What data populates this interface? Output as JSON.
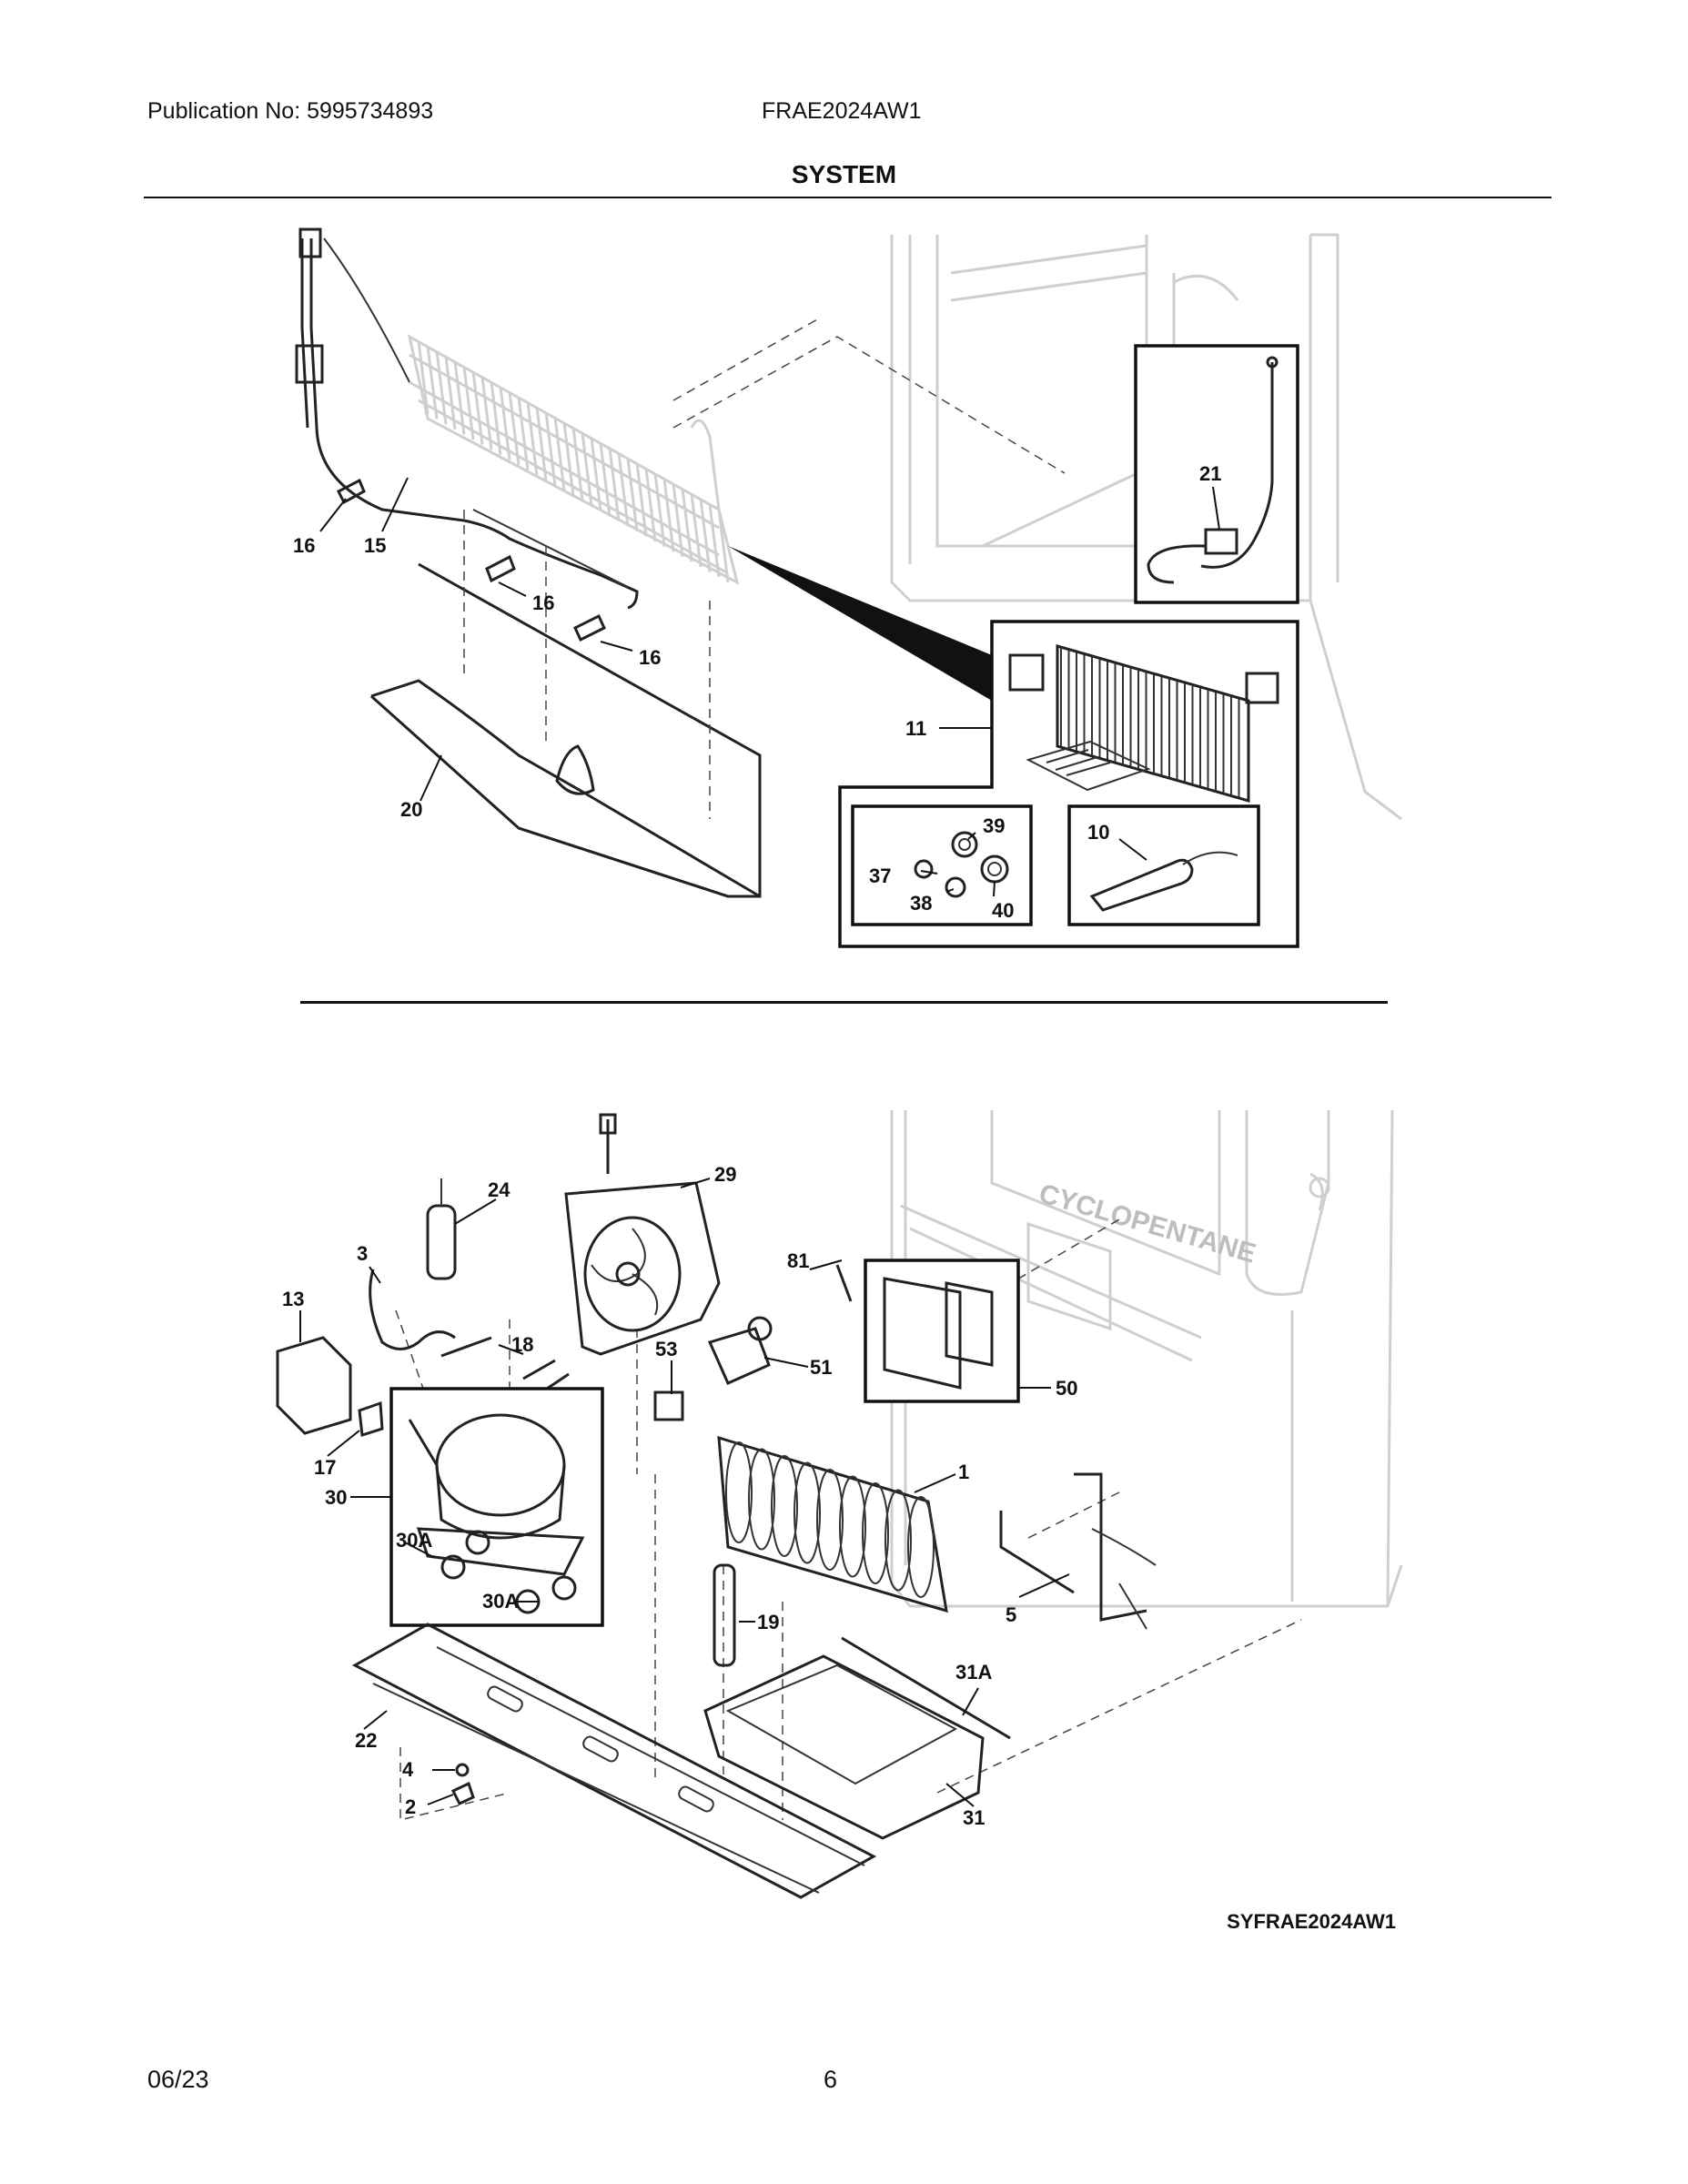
{
  "header": {
    "publication": "Publication No: 5995734893",
    "model": "FRAE2024AW1",
    "section_title": "SYSTEM"
  },
  "footer": {
    "date": "06/23",
    "page": "6",
    "diagram_code": "SYFRAE2024AW1"
  },
  "callouts": {
    "c16a": "16",
    "c15": "15",
    "c16b": "16",
    "c16c": "16",
    "c20": "20",
    "c21": "21",
    "c11": "11",
    "c10": "10",
    "c37": "37",
    "c38": "38",
    "c39": "39",
    "c40": "40",
    "c24": "24",
    "c29": "29",
    "c3": "3",
    "c13": "13",
    "c18": "18",
    "c81": "81",
    "c53": "53",
    "c51": "51",
    "c50": "50",
    "c17": "17",
    "c30": "30",
    "c30a1": "30A",
    "c30a2": "30A",
    "c1": "1",
    "c19": "19",
    "c5": "5",
    "c31a": "31A",
    "c22": "22",
    "c4": "4",
    "c2": "2",
    "c31": "31"
  },
  "cabinet_text": "CYCLOPENTANE"
}
